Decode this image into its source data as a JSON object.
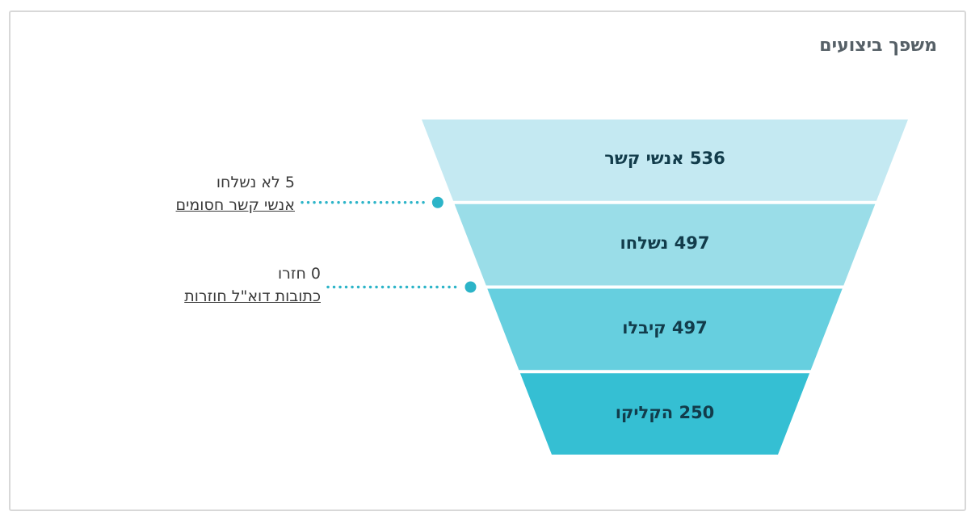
{
  "colors": {
    "segment_colors": [
      "#c4e9f2",
      "#9adde8",
      "#66cfdf",
      "#35bfd3"
    ],
    "label_color": "#123c4b",
    "leader_color": "#2cb4c8",
    "title_color": "#566067",
    "card_border": "#d8d8d8",
    "annotation_text_color": "#3a3a3a"
  },
  "chart_data": {
    "type": "funnel",
    "title": "משפך ביצועים",
    "direction": "rtl",
    "stages": [
      {
        "label": "אנשי קשר",
        "value": 536
      },
      {
        "label": "נשלחו",
        "value": 497
      },
      {
        "label": "קיבלו",
        "value": 497
      },
      {
        "label": "הקליקו",
        "value": 250
      }
    ],
    "annotations": [
      {
        "value": 5,
        "value_text": "5 לא נשלחו",
        "link_text": "אנשי קשר חסומים",
        "gap_index": 1
      },
      {
        "value": 0,
        "value_text": "0 חזרו",
        "link_text": "כתובות דוא\"ל חוזרות",
        "gap_index": 2
      }
    ],
    "legend": "none",
    "grid": false
  }
}
